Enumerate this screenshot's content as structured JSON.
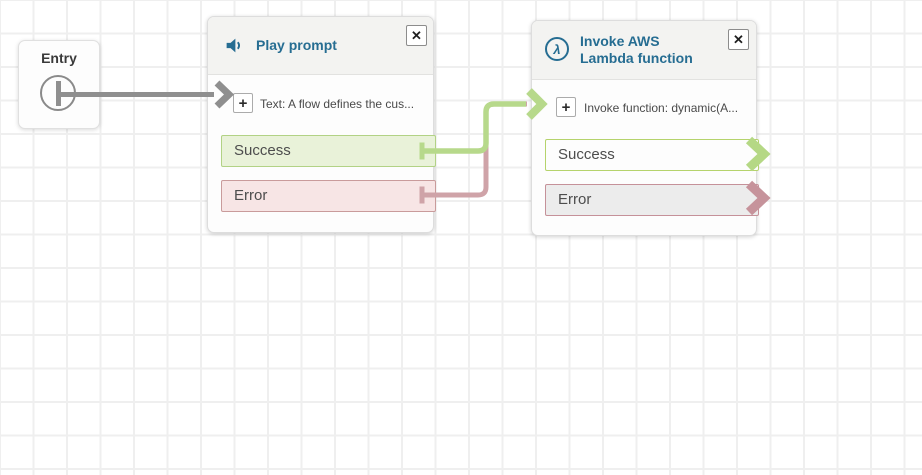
{
  "canvas": {
    "background": "#ffffff",
    "grid_line_color": "#efefef"
  },
  "entry": {
    "label": "Entry"
  },
  "glyphs": {
    "close": "✕",
    "add": "+",
    "lambda": "λ"
  },
  "nodes": [
    {
      "title": "Play prompt",
      "icon": "speaker-icon",
      "body_text": "Text: A flow defines the cus...",
      "outputs": [
        {
          "label": "Success",
          "fill": "#e9f2d9",
          "border": "#b2d285"
        },
        {
          "label": "Error",
          "fill": "#f7e5e5",
          "border": "#c99b9b"
        }
      ]
    },
    {
      "title": "Invoke AWS\nLambda function",
      "icon": "lambda-icon",
      "body_text": "Invoke function: dynamic(A...",
      "outputs": [
        {
          "label": "Success",
          "fill": "#fdfdfd",
          "border": "#b5d36c"
        },
        {
          "label": "Error",
          "fill": "#ececec",
          "border": "#c59199"
        }
      ]
    }
  ],
  "colors": {
    "node_title": "#266d92",
    "connector_gray": "#8f8f8f",
    "connector_green": "#b7d98b",
    "connector_pink": "#cfa3a8",
    "endpoint_green": "#b5d885",
    "endpoint_pink": "#c6939b"
  },
  "connections": [
    {
      "from": "entry",
      "to": "play-prompt-input",
      "color": "#8f8f8f"
    },
    {
      "from": "play-prompt-success",
      "to": "invoke-lambda-input",
      "color": "#b7d98b"
    },
    {
      "from": "play-prompt-error",
      "to": "invoke-lambda-input",
      "color": "#cfa3a8"
    }
  ]
}
